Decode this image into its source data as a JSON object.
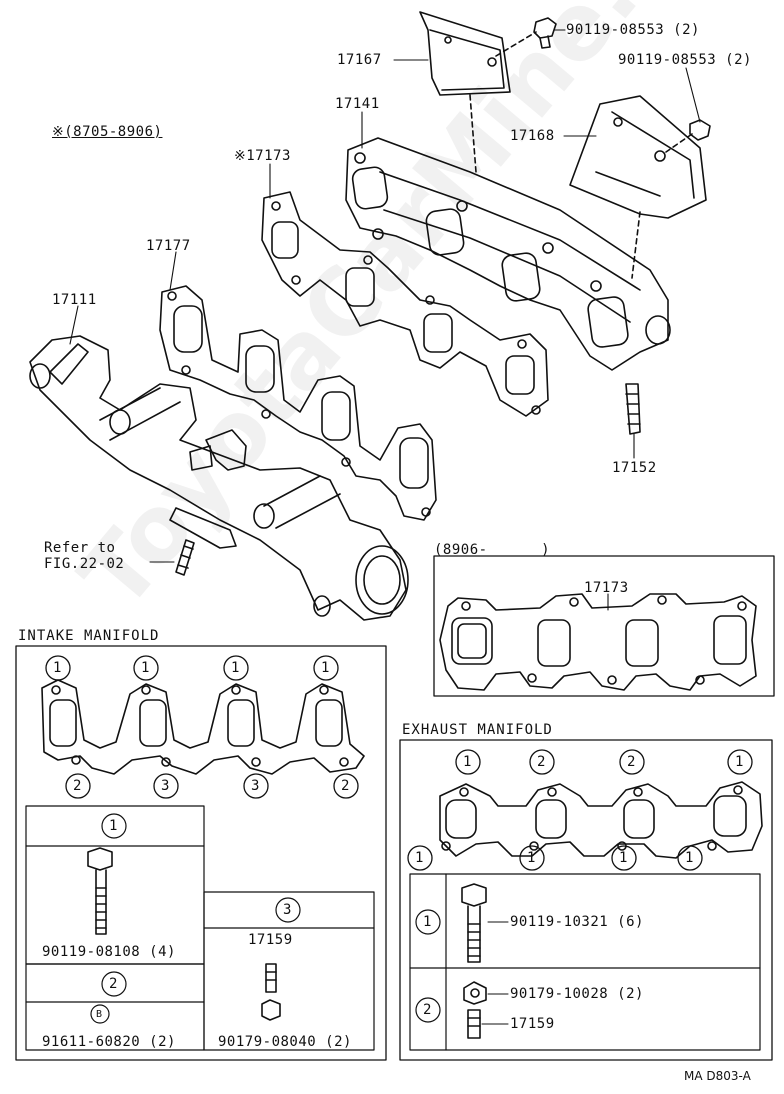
{
  "parts": {
    "p17167": "17167",
    "p90119_08553_a": "90119-08553 (2)",
    "p90119_08553_b": "90119-08553 (2)",
    "p17141": "17141",
    "p17168": "17168",
    "date_note": "※(8705-8906)",
    "p17173_star": "※17173",
    "p17177": "17177",
    "p17111": "17111",
    "p17152": "17152",
    "refer_to": "Refer to",
    "fig_ref": "FIG.22-02",
    "date_range": "(8906-      )",
    "p17173": "17173"
  },
  "intake": {
    "title": "INTAKE MANIFOLD",
    "top_marks": [
      "1",
      "1",
      "1",
      "1"
    ],
    "bottom_marks": [
      "2",
      "3",
      "3",
      "2"
    ],
    "box1_marker": "1",
    "box1_part": "90119-08108 (4)",
    "box2_marker": "2",
    "box2_sub_marker": "B",
    "box2_part": "91611-60820 (2)",
    "box3_marker": "3",
    "box3_part_a": "17159",
    "box3_part_b": "90179-08040 (2)"
  },
  "exhaust": {
    "title": "EXHAUST MANIFOLD",
    "top_marks": [
      "1",
      "2",
      "2",
      "1"
    ],
    "bottom_marks": [
      "1",
      "1",
      "1",
      "1"
    ],
    "row1_marker": "1",
    "row1_part": "90119-10321 (6)",
    "row2_marker": "2",
    "row2_part_a": "90179-10028 (2)",
    "row2_part_b": "17159"
  },
  "diagram_code": "MA D803-A",
  "watermark": "ToyotaCarMine.ru"
}
